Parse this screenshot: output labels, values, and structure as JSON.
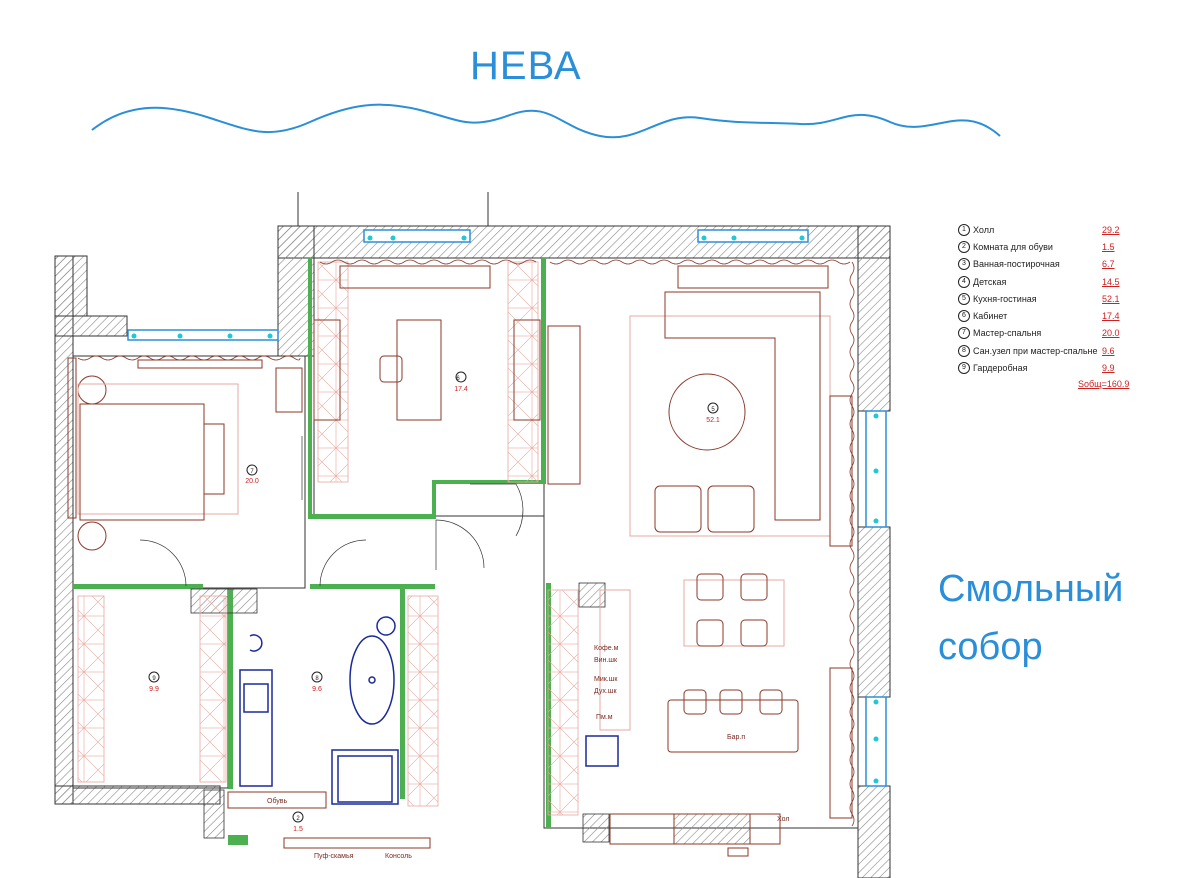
{
  "river_label": "НЕВА",
  "cathedral_label": {
    "line1": "Смольный",
    "line2": "собор"
  },
  "colors": {
    "water": "#2a8fd8",
    "wall_green": "#4caf50",
    "furniture": "#8b3a2a",
    "plumbing": "#1a2a9a",
    "area_red": "#d02020"
  },
  "legend": [
    {
      "num": "1",
      "name": "Холл",
      "area": "29.2"
    },
    {
      "num": "2",
      "name": "Комната для обуви",
      "area": "1.5"
    },
    {
      "num": "3",
      "name": "Ванная-постирочная",
      "area": "6.7"
    },
    {
      "num": "4",
      "name": "Детская",
      "area": "14.5"
    },
    {
      "num": "5",
      "name": "Кухня-гостиная",
      "area": "52.1"
    },
    {
      "num": "6",
      "name": "Кабинет",
      "area": "17.4"
    },
    {
      "num": "7",
      "name": "Мастер-спальня",
      "area": "20.0"
    },
    {
      "num": "8",
      "name": "Сан.узел при мастер-спальне",
      "area": "9.6"
    },
    {
      "num": "9",
      "name": "Гардеробная",
      "area": "9.9"
    }
  ],
  "total": "Sобщ=160.9",
  "rooms": {
    "cabinet": {
      "num": "6",
      "area": "17.4"
    },
    "living": {
      "num": "5",
      "area": "52.1"
    },
    "master": {
      "num": "7",
      "area": "20.0"
    },
    "wardrobe": {
      "num": "9",
      "area": "9.9"
    },
    "bath": {
      "num": "8",
      "area": "9.6"
    },
    "shoes": {
      "num": "2",
      "area": "1.5"
    }
  },
  "labels": {
    "kofe": "Кофе.м",
    "vin": "Вин.шк",
    "mik": "Мик.шк",
    "duh": "Дух.шк",
    "pm": "Пм.м",
    "bar": "Бар.п",
    "hol": "Хол",
    "obuv": "Обувь",
    "puf": "Пуф-скамья",
    "konsol": "Консоль"
  }
}
